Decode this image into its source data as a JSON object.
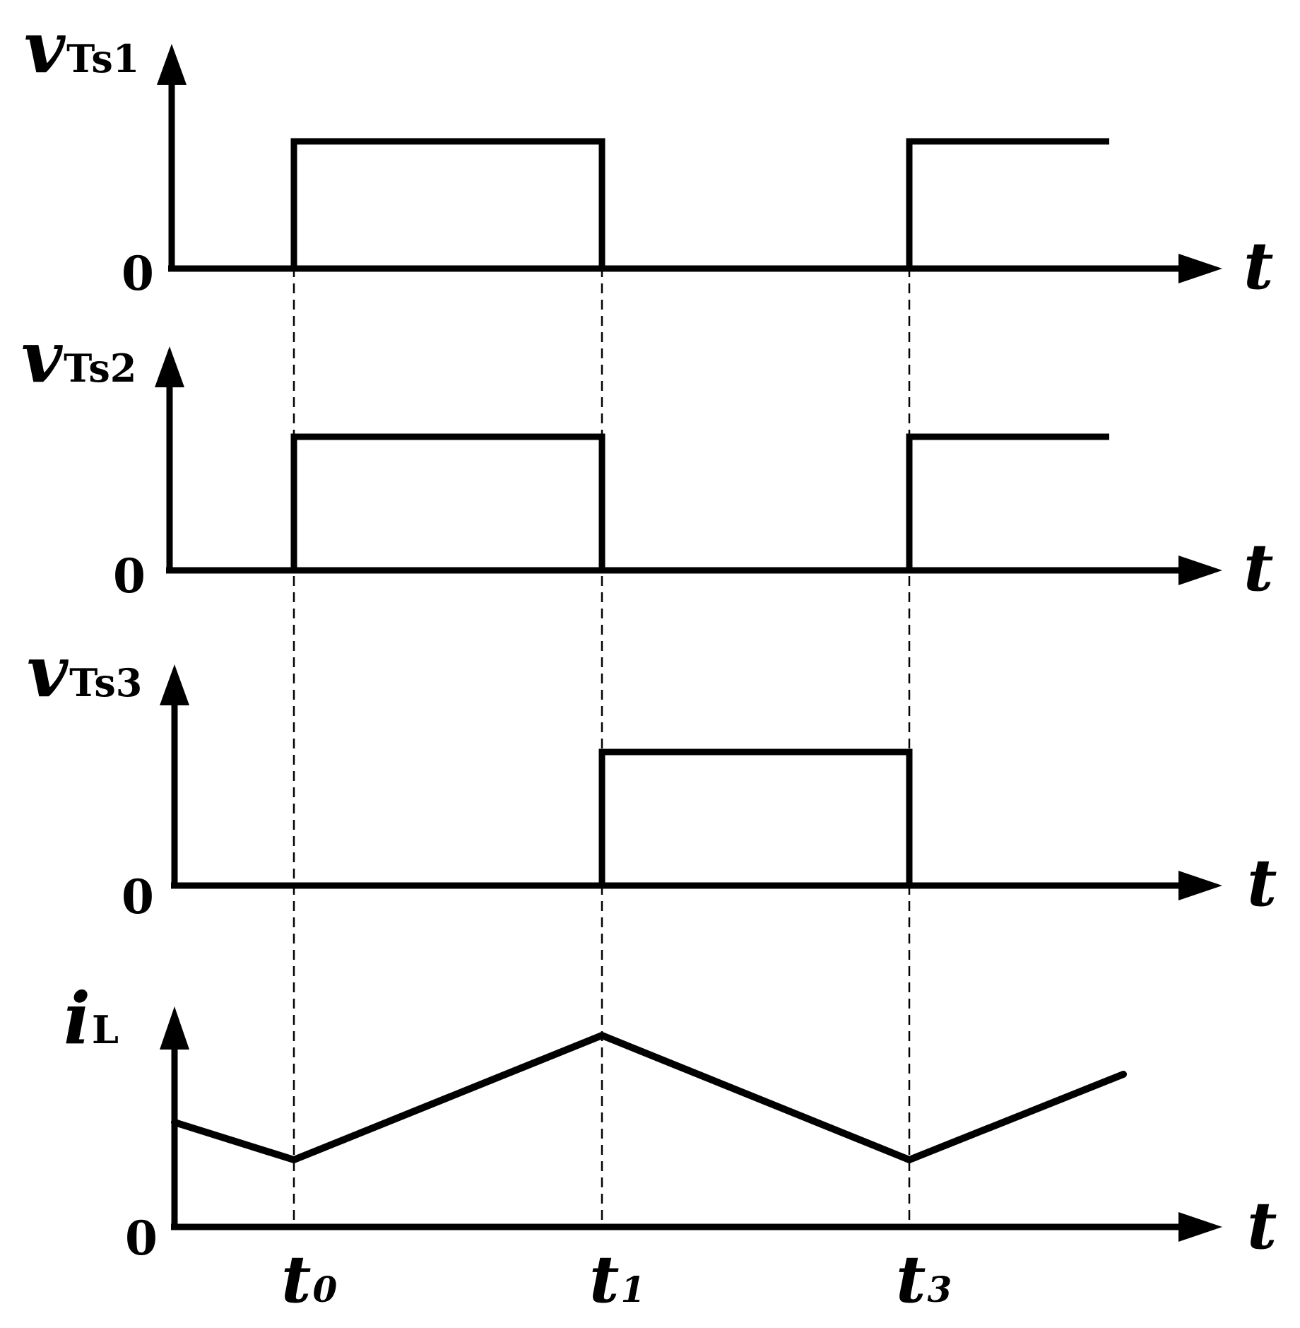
{
  "signals": [
    {
      "id": "vts1",
      "symbol": "v",
      "subscript": "Ts1",
      "origin": "0",
      "time_axis": "t"
    },
    {
      "id": "vts2",
      "symbol": "v",
      "subscript": "Ts2",
      "origin": "0",
      "time_axis": "t"
    },
    {
      "id": "vts3",
      "symbol": "v",
      "subscript": "Ts3",
      "origin": "0",
      "time_axis": "t"
    },
    {
      "id": "il",
      "symbol": "i",
      "subscript": "L",
      "origin": "0",
      "time_axis": "t"
    }
  ],
  "instants": [
    {
      "id": "t0",
      "base": "t",
      "sub": "0"
    },
    {
      "id": "t1",
      "base": "t",
      "sub": "1"
    },
    {
      "id": "t3",
      "base": "t",
      "sub": "3"
    }
  ]
}
